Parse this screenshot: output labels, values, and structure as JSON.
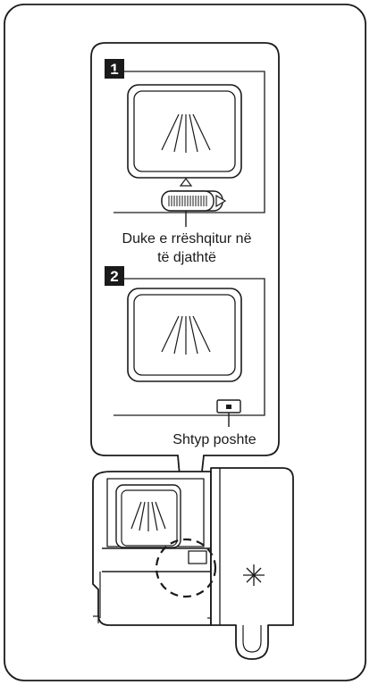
{
  "steps": [
    {
      "number": "1",
      "caption_line1": "Duke e rrëshqitur në",
      "caption_line2": "të djathtë"
    },
    {
      "number": "2",
      "caption": "Shtyp poshte"
    }
  ],
  "icons": [
    "spray-icon",
    "slide-latch-icon",
    "push-button-icon",
    "sparkle-icon",
    "arrow-up-icon",
    "arrow-right-icon"
  ],
  "colors": {
    "line": "#1a1a1a",
    "background": "#ffffff",
    "badge": "#1a1a1a"
  }
}
